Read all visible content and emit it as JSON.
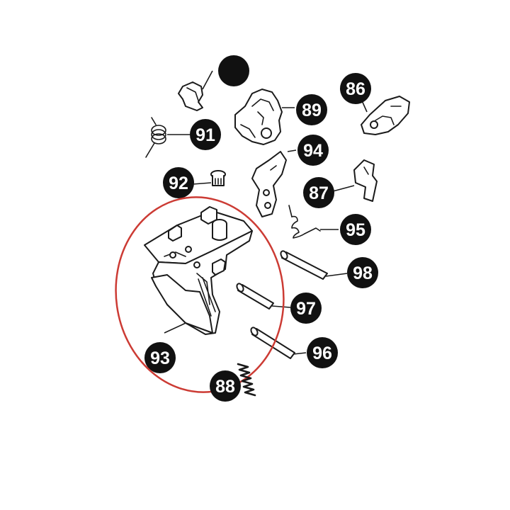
{
  "colors": {
    "highlight": "#cc3b34",
    "badge": "#111111",
    "badge_text": "#ffffff",
    "line": "#1a1a1a"
  },
  "callouts": {
    "c86": "86",
    "c89": "89",
    "c91": "91",
    "c94": "94",
    "c92": "92",
    "c87": "87",
    "c95": "95",
    "c98": "98",
    "c97": "97",
    "c93": "93",
    "c96": "96",
    "c88": "88"
  },
  "highlighted_part": "93"
}
